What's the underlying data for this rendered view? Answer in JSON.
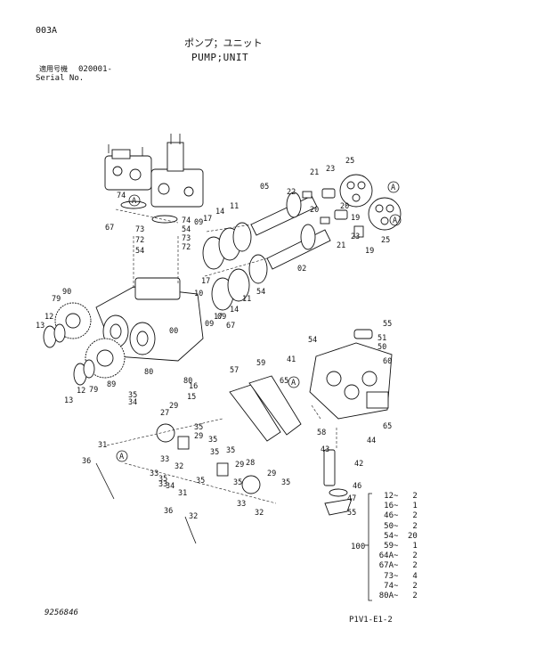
{
  "header": {
    "page_code": "003A",
    "title_jp": "ポンプ；ユニット",
    "title_en": "PUMP;UNIT",
    "serial_label_jp": "適用号機",
    "serial_value": "020001-",
    "serial_label_en": "Serial No."
  },
  "callouts": [
    "05",
    "02",
    "21",
    "23",
    "25",
    "22",
    "20",
    "20",
    "19",
    "21",
    "23",
    "25",
    "19",
    "74",
    "74",
    "73",
    "54",
    "72",
    "73",
    "54",
    "72",
    "67",
    "17",
    "09",
    "14",
    "11",
    "09",
    "17",
    "14",
    "11",
    "54",
    "10",
    "17",
    "09",
    "67",
    "00",
    "90",
    "79",
    "12",
    "13",
    "89",
    "79",
    "12",
    "13",
    "80",
    "80",
    "16",
    "15",
    "55",
    "51",
    "54",
    "50",
    "41",
    "60",
    "65",
    "65",
    "58",
    "44",
    "43",
    "42",
    "57",
    "59",
    "35",
    "34",
    "29",
    "27",
    "35",
    "29",
    "35",
    "35",
    "33",
    "31",
    "36",
    "32",
    "33",
    "35",
    "29",
    "35",
    "33",
    "32",
    "35",
    "28",
    "29",
    "35",
    "33",
    "35",
    "34",
    "31",
    "36",
    "32",
    "46",
    "47",
    "55"
  ],
  "assembly_marker": "A",
  "parts_list": {
    "group_number": "100",
    "items": [
      {
        "part": "12",
        "qty": "2"
      },
      {
        "part": "16",
        "qty": "1"
      },
      {
        "part": "46",
        "qty": "2"
      },
      {
        "part": "50",
        "qty": "2"
      },
      {
        "part": "54",
        "qty": "20"
      },
      {
        "part": "59",
        "qty": "1"
      },
      {
        "part": "64A",
        "qty": "2"
      },
      {
        "part": "67A",
        "qty": "2"
      },
      {
        "part": "73",
        "qty": "4"
      },
      {
        "part": "74",
        "qty": "2"
      },
      {
        "part": "80A",
        "qty": "2"
      }
    ]
  },
  "footer": {
    "left_code": "9256846",
    "right_code": "P1V1-E1-2"
  }
}
